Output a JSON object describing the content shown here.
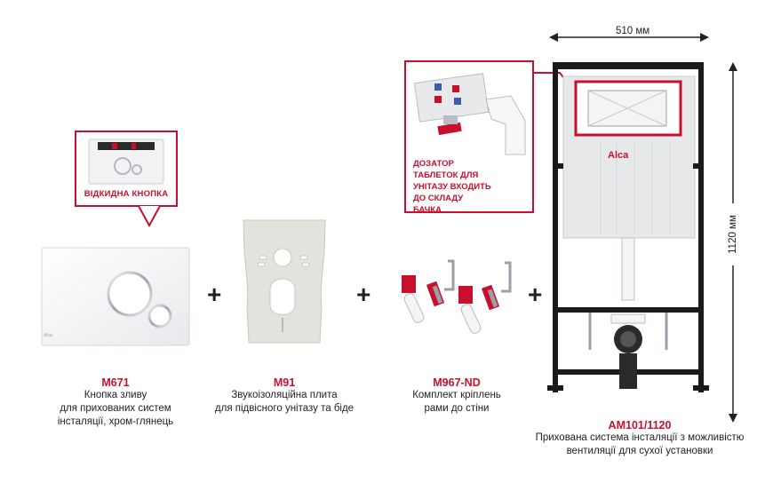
{
  "dimensions": {
    "width_label": "510 мм",
    "height_label": "1120 мм"
  },
  "button_callout": {
    "label": "ВІДКИДНА КНОПКА"
  },
  "dosator_callout": {
    "lines": [
      "ДОЗАТОР",
      "ТАБЛЕТОК ДЛЯ",
      "УНІТАЗУ ВХОДИТЬ",
      "ДО СКЛАДУ",
      "БАЧКА"
    ]
  },
  "tank_brand": "Alca",
  "plate_brand": "Alca",
  "plus_sign": "+",
  "products": [
    {
      "code": "M671",
      "desc": [
        "Кнопка зливу",
        "для прихованих систем",
        "інсталяції, хром-глянець"
      ]
    },
    {
      "code": "M91",
      "desc": [
        "Звукоізоляційна плита",
        "для підвісного унітазу та біде"
      ]
    },
    {
      "code": "M967-ND",
      "desc": [
        "Комплект кріплень",
        "рами до стіни"
      ]
    },
    {
      "code": "AM101/1120",
      "desc": [
        "Прихована система інсталяції з можливістю",
        "вентиляції для сухої установки"
      ]
    }
  ],
  "colors": {
    "accent": "#c8102e",
    "frame": "#1a1a1a",
    "chrome": "#cfd3d8"
  }
}
